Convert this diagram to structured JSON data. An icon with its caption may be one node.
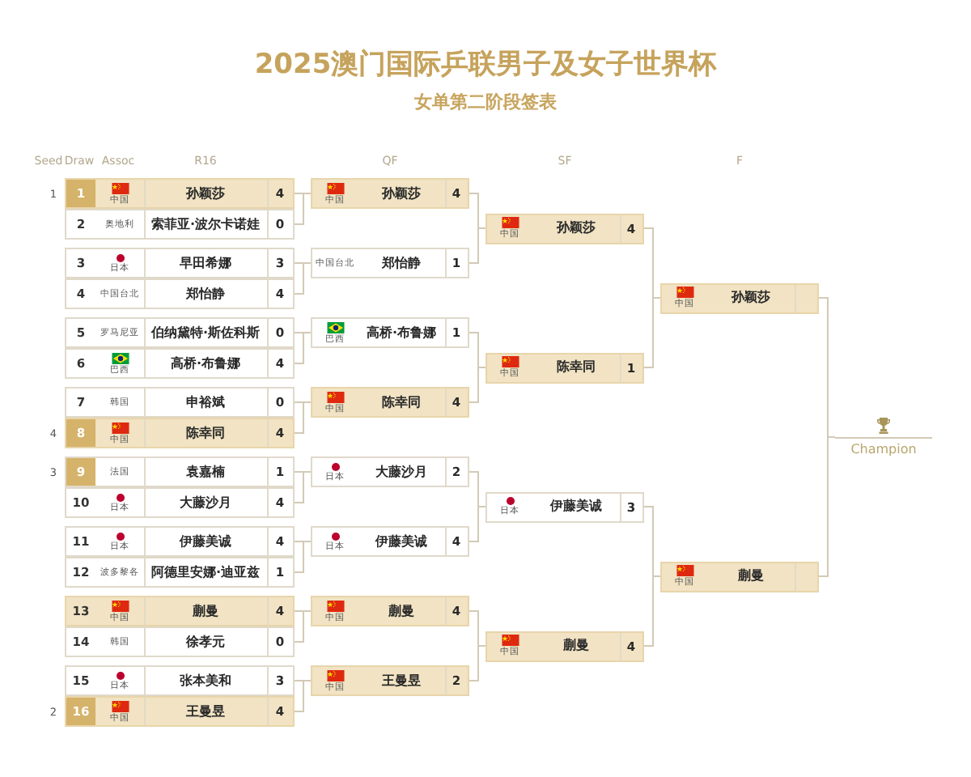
{
  "diagram": {
    "title": "2025澳门国际乒联男子及女子世界杯",
    "nodes": [
      {
        "text": [
          "1",
          "中国",
          "孙颖莎",
          "4"
        ],
        "beside": [
          "1"
        ]
      },
      {
        "text": [
          "2",
          "奥地利",
          "索菲亚·波尔卡诺娃",
          "0"
        ]
      },
      {
        "text": [
          "3",
          "日本",
          "早田希娜",
          "3"
        ]
      },
      {
        "text": [
          "4",
          "中国台北",
          "郑怡静",
          "4"
        ]
      },
      {
        "text": [
          "5",
          "罗马尼亚",
          "伯纳黛特·斯佐科斯",
          "0"
        ]
      },
      {
        "text": [
          "6",
          "巴西",
          "高桥·布鲁娜",
          "4"
        ]
      },
      {
        "text": [
          "7",
          "韩国",
          "申裕斌",
          "0"
        ]
      },
      {
        "text": [
          "8",
          "中国",
          "陈幸同",
          "4"
        ],
        "beside": [
          "4"
        ]
      },
      {
        "text": [
          "9",
          "法国",
          "袁嘉楠",
          "1"
        ],
        "beside": [
          "3"
        ]
      },
      {
        "text": [
          "10",
          "日本",
          "大藤沙月",
          "4"
        ]
      },
      {
        "text": [
          "11",
          "日本",
          "伊藤美诚",
          "4"
        ]
      },
      {
        "text": [
          "12",
          "波多黎各",
          "阿德里安娜·迪亚兹",
          "1"
        ]
      },
      {
        "text": [
          "13",
          "中国",
          "蒯曼",
          "4"
        ]
      },
      {
        "text": [
          "14",
          "韩国",
          "徐孝元",
          "0"
        ]
      },
      {
        "text": [
          "15",
          "日本",
          "张本美和",
          "3"
        ]
      },
      {
        "text": [
          "16",
          "中国",
          "王曼昱",
          "4"
        ],
        "beside": [
          "2"
        ]
      },
      {
        "text": [
          "中国",
          "孙颖莎",
          "4"
        ]
      },
      {
        "text": [
          "中国台北",
          "郑怡静",
          "1"
        ]
      },
      {
        "text": [
          "巴西",
          "高桥·布鲁娜",
          "1"
        ]
      },
      {
        "text": [
          "中国",
          "陈幸同",
          "4"
        ]
      },
      {
        "text": [
          "日本",
          "大藤沙月",
          "2"
        ]
      },
      {
        "text": [
          "日本",
          "伊藤美诚",
          "4"
        ]
      },
      {
        "text": [
          "中国",
          "蒯曼",
          "4"
        ]
      },
      {
        "text": [
          "中国",
          "王曼昱",
          "2"
        ]
      },
      {
        "text": [
          "中国",
          "孙颖莎",
          "4"
        ]
      },
      {
        "text": [
          "中国",
          "陈幸同",
          "1"
        ]
      },
      {
        "text": [
          "日本",
          "伊藤美诚",
          "3"
        ]
      },
      {
        "text": [
          "中国",
          "蒯曼",
          "4"
        ]
      },
      {
        "text": [
          "中国",
          "孙颖莎"
        ]
      },
      {
        "text": [
          "中国",
          "蒯曼"
        ]
      },
      {
        "text": [
          "Champion"
        ]
      }
    ],
    "edges": [
      {
        "from": 0,
        "to": 16,
        "arrow": "none"
      },
      {
        "from": 1,
        "to": 16,
        "arrow": "none"
      },
      {
        "from": 2,
        "to": 17,
        "arrow": "none"
      },
      {
        "from": 3,
        "to": 17,
        "arrow": "none"
      },
      {
        "from": 4,
        "to": 18,
        "arrow": "none"
      },
      {
        "from": 5,
        "to": 18,
        "arrow": "none"
      },
      {
        "from": 6,
        "to": 19,
        "arrow": "none"
      },
      {
        "from": 7,
        "to": 19,
        "arrow": "none"
      },
      {
        "from": 8,
        "to": 20,
        "arrow": "none"
      },
      {
        "from": 9,
        "to": 20,
        "arrow": "none"
      },
      {
        "from": 10,
        "to": 21,
        "arrow": "none"
      },
      {
        "from": 11,
        "to": 21,
        "arrow": "none"
      },
      {
        "from": 12,
        "to": 22,
        "arrow": "none"
      },
      {
        "from": 13,
        "to": 22,
        "arrow": "none"
      },
      {
        "from": 14,
        "to": 23,
        "arrow": "none"
      },
      {
        "from": 15,
        "to": 23,
        "arrow": "none"
      },
      {
        "from": 16,
        "to": 24,
        "arrow": "none"
      },
      {
        "from": 17,
        "to": 24,
        "arrow": "none"
      },
      {
        "from": 18,
        "to": 25,
        "arrow": "none"
      },
      {
        "from": 19,
        "to": 25,
        "arrow": "none"
      },
      {
        "from": 20,
        "to": 26,
        "arrow": "none"
      },
      {
        "from": 21,
        "to": 26,
        "arrow": "none"
      },
      {
        "from": 22,
        "to": 27,
        "arrow": "none"
      },
      {
        "from": 23,
        "to": 27,
        "arrow": "none"
      },
      {
        "from": 24,
        "to": 28,
        "arrow": "none"
      },
      {
        "from": 25,
        "to": 28,
        "arrow": "none"
      },
      {
        "from": 26,
        "to": 29,
        "arrow": "none"
      },
      {
        "from": 27,
        "to": 29,
        "arrow": "none"
      },
      {
        "from": 28,
        "to": 30,
        "arrow": "none"
      },
      {
        "from": 29,
        "to": 30,
        "arrow": "none"
      }
    ],
    "labels": [
      "女单第二阶段签表",
      "Seed",
      "Draw",
      "Assoc",
      "R16",
      "QF",
      "SF",
      "F"
    ]
  }
}
